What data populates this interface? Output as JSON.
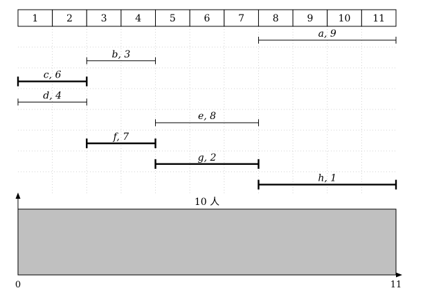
{
  "header_cells": [
    "1",
    "2",
    "3",
    "4",
    "5",
    "6",
    "7",
    "8",
    "9",
    "10",
    "11"
  ],
  "segments": [
    {
      "label": "a, 9",
      "start": 7,
      "end": 11,
      "bold": false
    },
    {
      "label": "b, 3",
      "start": 2,
      "end": 4,
      "bold": false
    },
    {
      "label": "c, 6",
      "start": 0,
      "end": 2,
      "bold": true
    },
    {
      "label": "d, 4",
      "start": 0,
      "end": 2,
      "bold": false
    },
    {
      "label": "e, 8",
      "start": 4,
      "end": 7,
      "bold": false
    },
    {
      "label": "f, 7",
      "start": 2,
      "end": 4,
      "bold": true
    },
    {
      "label": "g, 2",
      "start": 4,
      "end": 7,
      "bold": true
    },
    {
      "label": "h, 1",
      "start": 7,
      "end": 11,
      "bold": true
    }
  ],
  "bar": {
    "label": "10 人",
    "start": 0,
    "end": 11,
    "color": "#c0c0c0"
  },
  "axis": {
    "min_label": "0",
    "max_label": "11",
    "min": 0,
    "max": 11
  }
}
